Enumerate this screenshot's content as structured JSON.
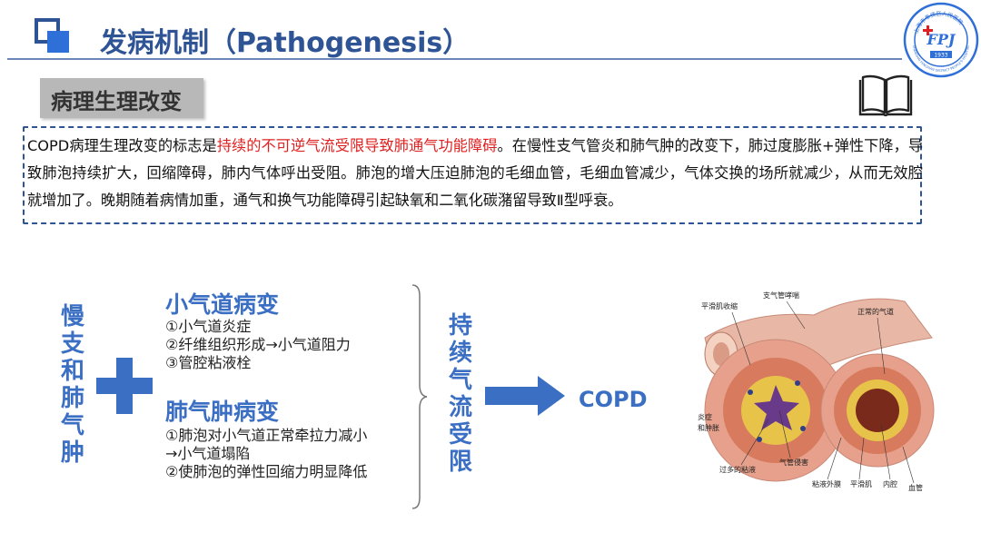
{
  "header": {
    "title": "发病机制（Pathogenesis）",
    "seal_text_top": "上海市奉贤区人民医院",
    "seal_text_bottom": "SHANGHAI FENGXIAN DISTRICT PEOPLE'S HOSPITAL",
    "seal_monogram": "FPJ",
    "seal_year": "1933"
  },
  "section": {
    "label": "病理生理改变"
  },
  "summary": {
    "prefix": "COPD病理生理改变的标志是",
    "highlight": "持续的不可逆气流受限导致肺通气功能障碍",
    "rest": "。在慢性支气管炎和肺气肿的改变下，肺过度膨胀+弹性下降，导致肺泡持续扩大，回缩障碍，肺内气体呼出受阻。肺泡的增大压迫肺泡的毛细血管，毛细血管减少，气体交换的场所就减少，从而无效腔就增加了。晚期随着病情加重，通气和换气功能障碍引起缺氧和二氧化碳潴留导致Ⅱ型呼衰。"
  },
  "diagram": {
    "cause_chars": [
      "慢",
      "支",
      "和",
      "肺",
      "气",
      "肿"
    ],
    "small_airway": {
      "heading": "小气道病变",
      "items": [
        "①小气道炎症",
        "②纤维组织形成→小气道阻力",
        "③管腔粘液栓"
      ]
    },
    "emphysema": {
      "heading": "肺气肿病变",
      "items": [
        "①肺泡对小气道正常牵拉力减小",
        "→小气道塌陷",
        "②使肺泡的弹性回缩力明显降低"
      ]
    },
    "result_chars": [
      "持",
      "续",
      "气",
      "流",
      "受",
      "限"
    ],
    "outcome": "COPD"
  },
  "illustration": {
    "labels": {
      "smooth_contraction": "平滑肌收缩",
      "bronchospasm": "支气管哮喘",
      "normal_airway": "正常的气道",
      "inflammation": "炎症",
      "swelling": "和肿胀",
      "excess_mucus": "过多的粘液",
      "airway_narrow": "气管侵害",
      "mucosa_layer": "粘液外膜",
      "smooth_muscle": "平滑肌",
      "lumen": "内腔",
      "blood_vessel": "血管"
    }
  },
  "colors": {
    "title_blue": "#2f5496",
    "accent_blue": "#3b6fc4",
    "highlight_red": "#e02020"
  }
}
